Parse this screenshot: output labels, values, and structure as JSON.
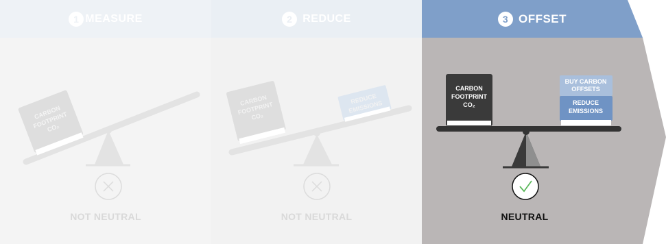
{
  "steps": [
    {
      "number": "1",
      "title": "MEASURE",
      "status": "NOT NEUTRAL"
    },
    {
      "number": "2",
      "title": "REDUCE",
      "status": "NOT NEUTRAL"
    },
    {
      "number": "3",
      "title": "OFFSET",
      "status": "NEUTRAL"
    }
  ],
  "blocks": {
    "footprint": [
      "CARBON",
      "FOOTPRINT",
      "CO₂"
    ],
    "reduce": [
      "REDUCE",
      "EMISSIONS"
    ],
    "offsets": [
      "BUY CARBON",
      "OFFSETS"
    ]
  },
  "colors": {
    "accent_blue": "#7f9fc9",
    "active_panel": "#bab6b6",
    "dark_block": "#3a3a3a",
    "faded": "#d9d9d9",
    "check_green": "#5cb85c"
  },
  "icons": {
    "not_neutral": "x-circle-icon",
    "neutral": "check-circle-icon"
  }
}
